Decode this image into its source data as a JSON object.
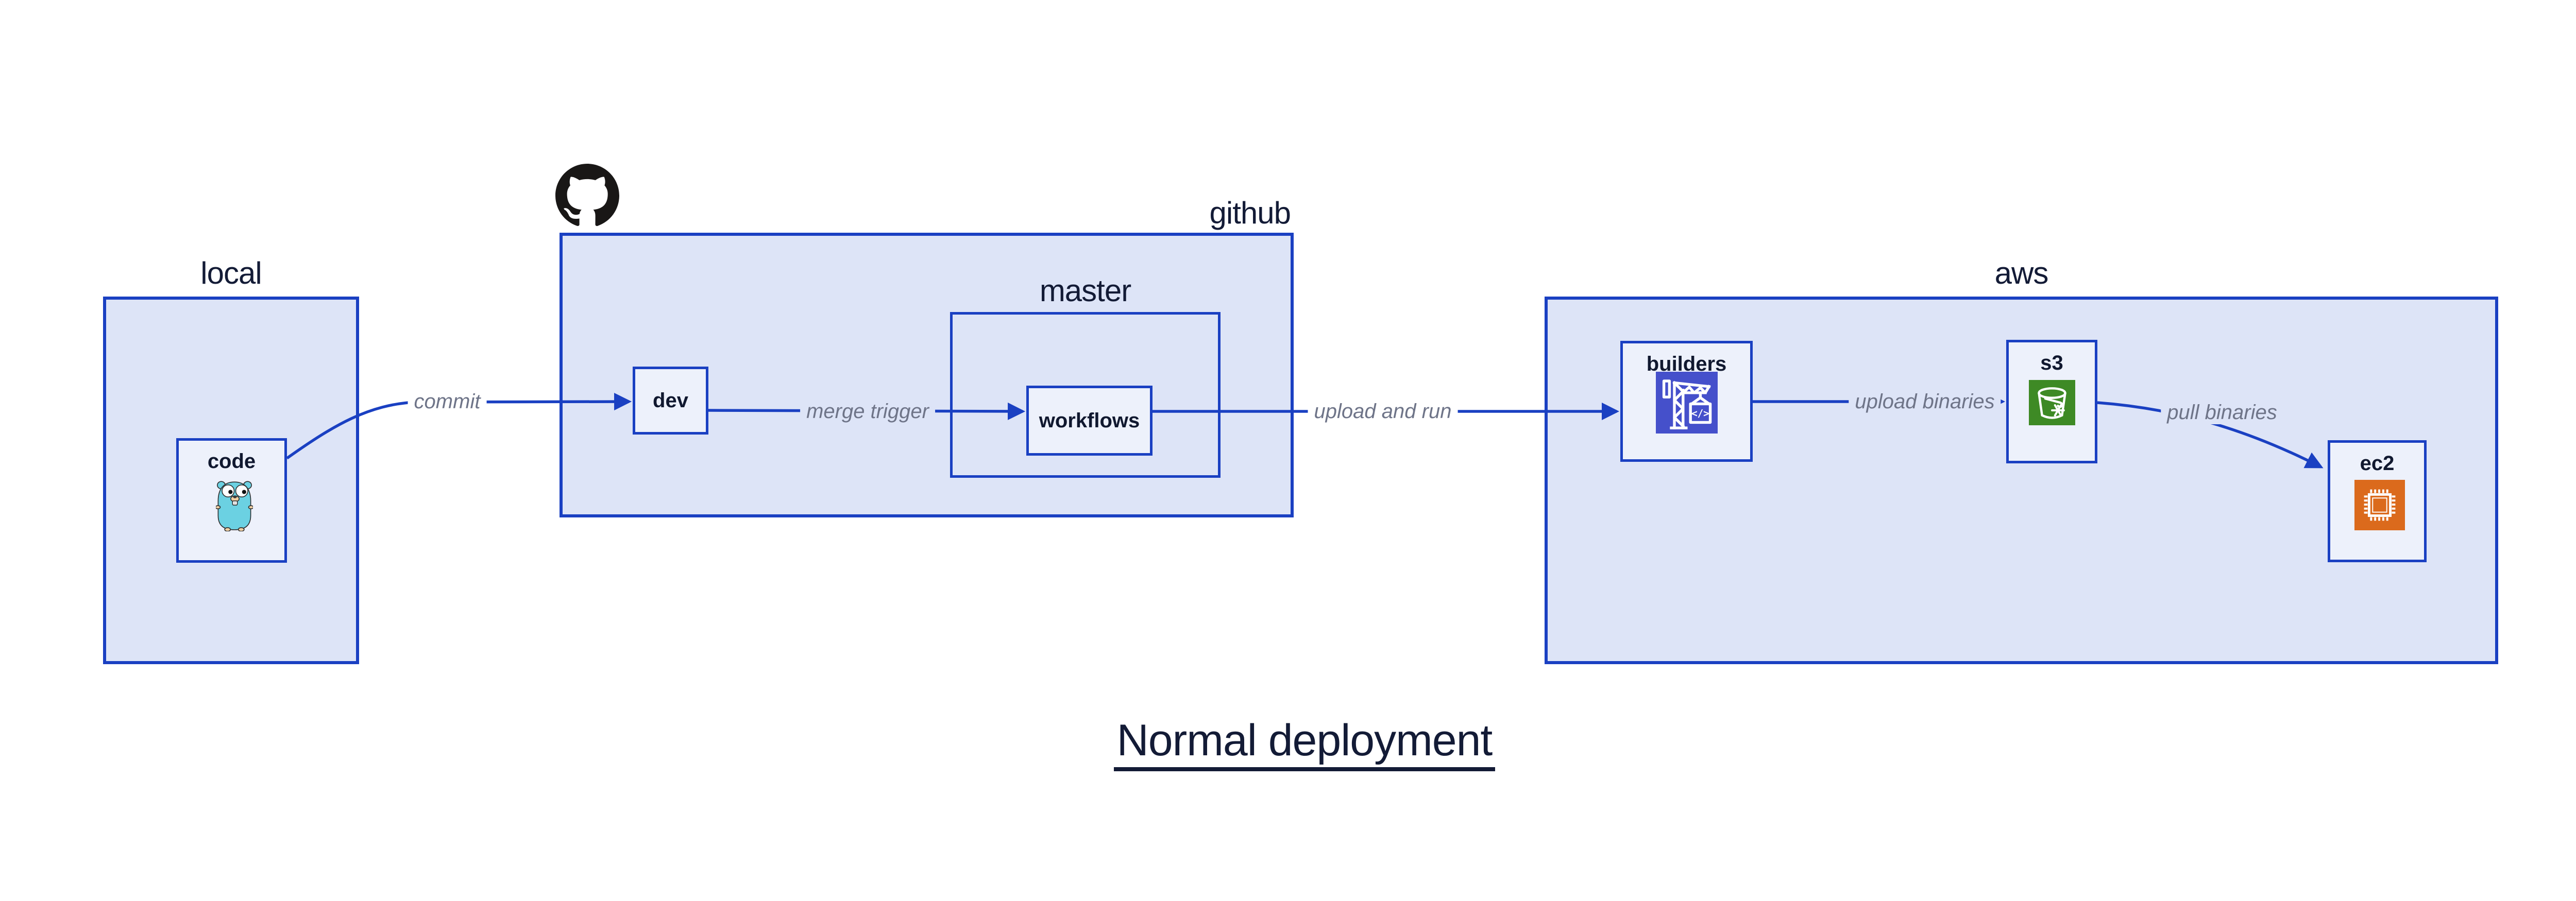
{
  "title": "Normal deployment",
  "groups": {
    "local": {
      "label": "local"
    },
    "github": {
      "label": "github"
    },
    "master": {
      "label": "master"
    },
    "aws": {
      "label": "aws"
    }
  },
  "nodes": {
    "code": {
      "label": "code"
    },
    "dev": {
      "label": "dev"
    },
    "workflows": {
      "label": "workflows"
    },
    "builders": {
      "label": "builders"
    },
    "s3": {
      "label": "s3"
    },
    "ec2": {
      "label": "ec2"
    }
  },
  "edges": {
    "commit": {
      "label": "commit"
    },
    "merge_trigger": {
      "label": "merge trigger"
    },
    "upload_and_run": {
      "label": "upload and run"
    },
    "upload_binaries": {
      "label": "upload binaries"
    },
    "pull_binaries": {
      "label": "pull binaries"
    }
  },
  "icons": {
    "github_logo": "github-octocat-icon",
    "code": "go-gopher-icon",
    "builders": "crane-container-icon",
    "s3": "bucket-snowflake-icon",
    "ec2": "cpu-chip-icon"
  },
  "colors": {
    "box_border": "#1a40c2",
    "group_fill": "#dde4f7",
    "node_fill": "#edf1fb",
    "arrow": "#1a40c2",
    "edge_label_text": "#6e7488",
    "heading_text": "#131b36",
    "builders_icon_bg": "#4550cb",
    "s3_icon_bg": "#3e8a25",
    "ec2_icon_bg": "#db6a1c",
    "gopher_body": "#6bd1e2",
    "octocat": "#191716"
  }
}
